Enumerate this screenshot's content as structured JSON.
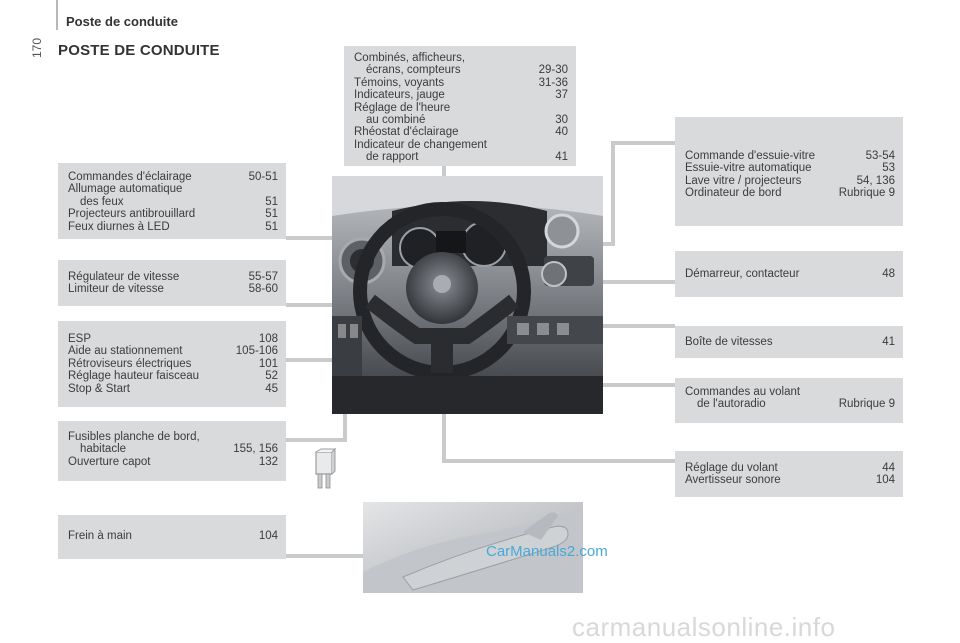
{
  "header": {
    "title": "Poste de conduite",
    "page_number": "170"
  },
  "page_title": "POSTE DE CONDUITE",
  "boxes": {
    "combines": [
      {
        "label": "Combinés, afficheurs,",
        "ref": ""
      },
      {
        "label": "écrans, compteurs",
        "ref": "29-30",
        "indent": true
      },
      {
        "label": "Témoins, voyants",
        "ref": "31-36"
      },
      {
        "label": "Indicateurs, jauge",
        "ref": "37"
      },
      {
        "label": "Réglage de l'heure",
        "ref": ""
      },
      {
        "label": "au combiné",
        "ref": "30",
        "indent": true
      },
      {
        "label": "Rhéostat d'éclairage",
        "ref": "40"
      },
      {
        "label": "Indicateur de changement",
        "ref": ""
      },
      {
        "label": "de rapport",
        "ref": "41",
        "indent": true
      }
    ],
    "eclairage": [
      {
        "label": "Commandes d'éclairage",
        "ref": "50-51"
      },
      {
        "label": "Allumage automatique",
        "ref": ""
      },
      {
        "label": "des feux",
        "ref": "51",
        "indent": true
      },
      {
        "label": "Projecteurs antibrouillard",
        "ref": "51"
      },
      {
        "label": "Feux diurnes à LED",
        "ref": "51"
      }
    ],
    "regulateur": [
      {
        "label": "Régulateur de vitesse",
        "ref": "55-57"
      },
      {
        "label": "Limiteur de vitesse",
        "ref": "58-60"
      }
    ],
    "esp": [
      {
        "label": "ESP",
        "ref": "108"
      },
      {
        "label": "Aide au stationnement",
        "ref": "105-106"
      },
      {
        "label": "Rétroviseurs électriques",
        "ref": "101"
      },
      {
        "label": "Réglage hauteur faisceau",
        "ref": "52"
      },
      {
        "label": "Stop & Start",
        "ref": "45"
      }
    ],
    "fusibles": [
      {
        "label": "Fusibles planche de bord,",
        "ref": ""
      },
      {
        "label": "habitacle",
        "ref": "155, 156",
        "indent": true
      },
      {
        "label": "Ouverture capot",
        "ref": "132"
      }
    ],
    "frein": [
      {
        "label": "Frein à main",
        "ref": "104"
      }
    ],
    "essuie": [
      {
        "label": "Commande d'essuie-vitre",
        "ref": "53-54"
      },
      {
        "label": "Essuie-vitre automatique",
        "ref": "53"
      },
      {
        "label": "Lave vitre / projecteurs",
        "ref": "54, 136"
      },
      {
        "label": "Ordinateur de bord",
        "ref": "Rubrique 9"
      }
    ],
    "demarreur": [
      {
        "label": "Démarreur, contacteur",
        "ref": "48"
      }
    ],
    "boite": [
      {
        "label": "Boîte de vitesses",
        "ref": "41"
      }
    ],
    "autoradio": [
      {
        "label": "Commandes au volant",
        "ref": ""
      },
      {
        "label": "de l'autoradio",
        "ref": "Rubrique 9",
        "indent": true
      }
    ],
    "volant": [
      {
        "label": "Réglage du volant",
        "ref": "44"
      },
      {
        "label": "Avertisseur sonore",
        "ref": "104"
      }
    ]
  },
  "watermarks": {
    "primary": "CarManuals2.com",
    "secondary": "carmanualsonline.info"
  }
}
